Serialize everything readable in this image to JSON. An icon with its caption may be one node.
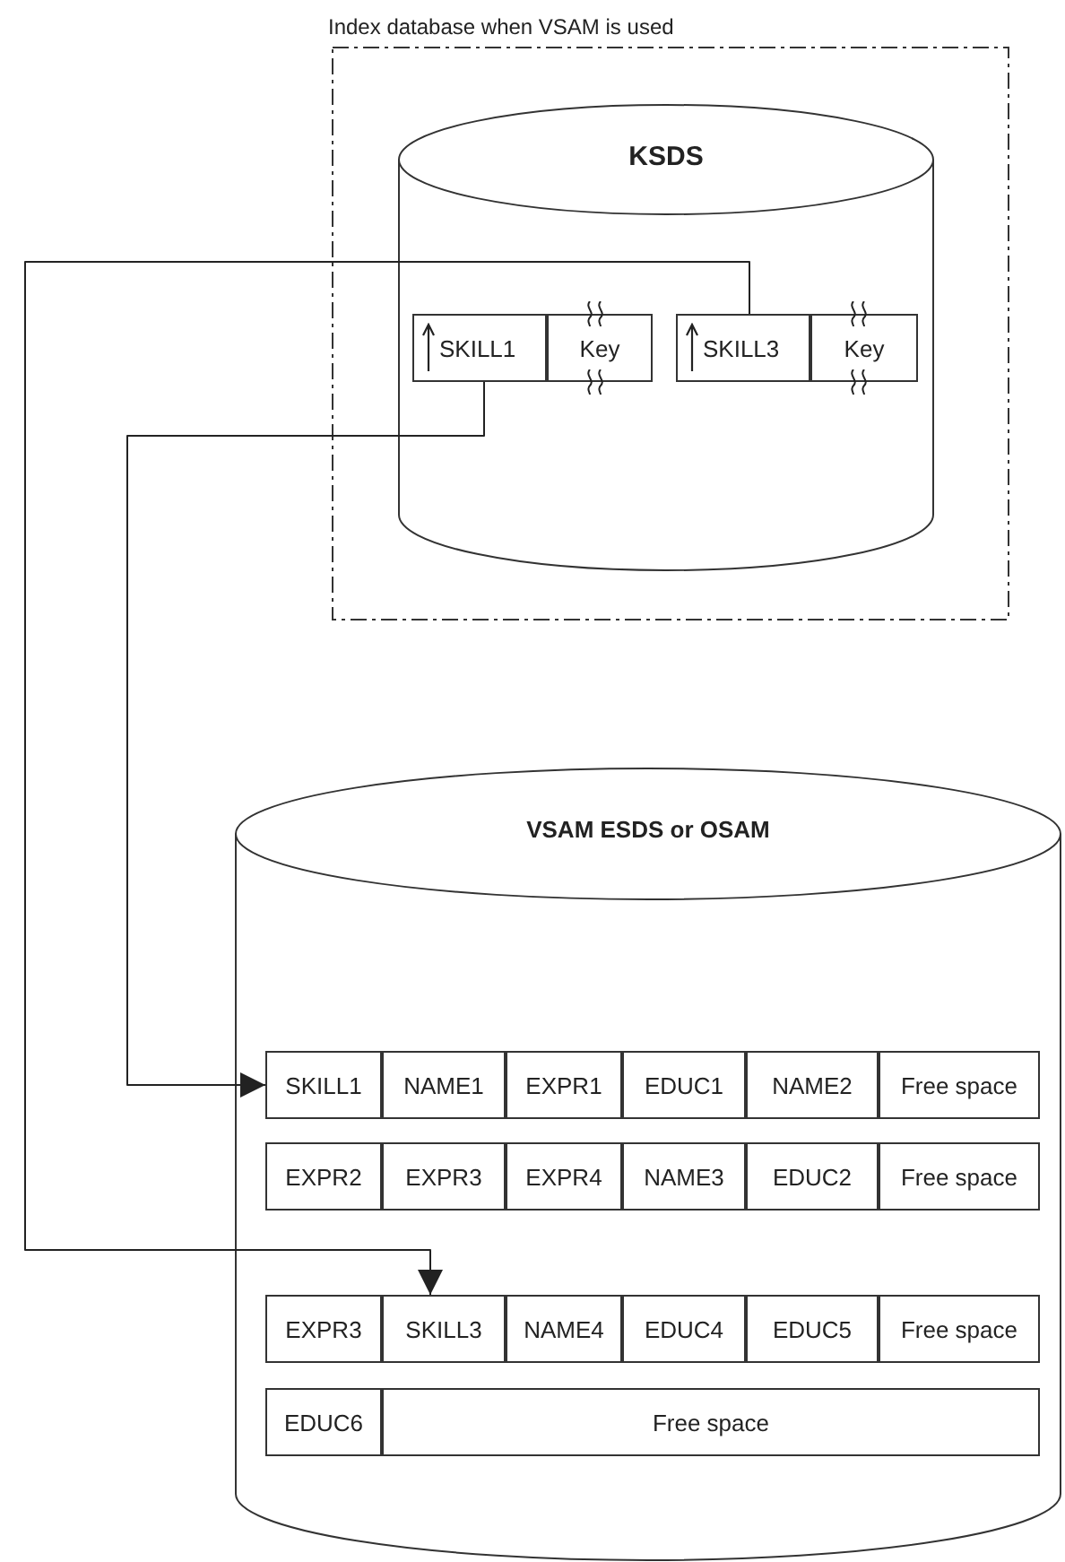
{
  "diagram": {
    "nodes": [
      {
        "text": [
          "Index database when VSAM is used"
        ]
      },
      {
        "text": [
          "KSDS"
        ],
        "in": 0
      },
      {
        "text": [
          "SKILL1"
        ],
        "in": 1
      },
      {
        "text": [
          "Key"
        ],
        "in": 1
      },
      {
        "text": [
          "SKILL3"
        ],
        "in": 1
      },
      {
        "text": [
          "Key"
        ],
        "in": 1
      },
      {
        "text": [
          "VSAM ESDS or OSAM"
        ]
      },
      {
        "text": [
          "SKILL1"
        ],
        "in": 6
      },
      {
        "text": [
          "NAME1"
        ],
        "in": 6
      },
      {
        "text": [
          "EXPR1"
        ],
        "in": 6
      },
      {
        "text": [
          "EDUC1"
        ],
        "in": 6
      },
      {
        "text": [
          "NAME2"
        ],
        "in": 6
      },
      {
        "text": [
          "Free space"
        ],
        "in": 6
      },
      {
        "text": [
          "EXPR2"
        ],
        "in": 6
      },
      {
        "text": [
          "EXPR3"
        ],
        "in": 6
      },
      {
        "text": [
          "EXPR4"
        ],
        "in": 6
      },
      {
        "text": [
          "NAME3"
        ],
        "in": 6
      },
      {
        "text": [
          "EDUC2"
        ],
        "in": 6
      },
      {
        "text": [
          "Free space"
        ],
        "in": 6
      },
      {
        "text": [
          "EXPR3"
        ],
        "in": 6
      },
      {
        "text": [
          "SKILL3"
        ],
        "in": 6
      },
      {
        "text": [
          "NAME4"
        ],
        "in": 6
      },
      {
        "text": [
          "EDUC4"
        ],
        "in": 6
      },
      {
        "text": [
          "EDUC5"
        ],
        "in": 6
      },
      {
        "text": [
          "Free space"
        ],
        "in": 6
      },
      {
        "text": [
          "EDUC6"
        ],
        "in": 6
      },
      {
        "text": [
          "Free space"
        ],
        "in": 6
      }
    ],
    "edges": [
      {
        "from": 2,
        "to": 7,
        "arrow": "to"
      },
      {
        "from": 4,
        "to": 20,
        "arrow": "to"
      }
    ]
  }
}
